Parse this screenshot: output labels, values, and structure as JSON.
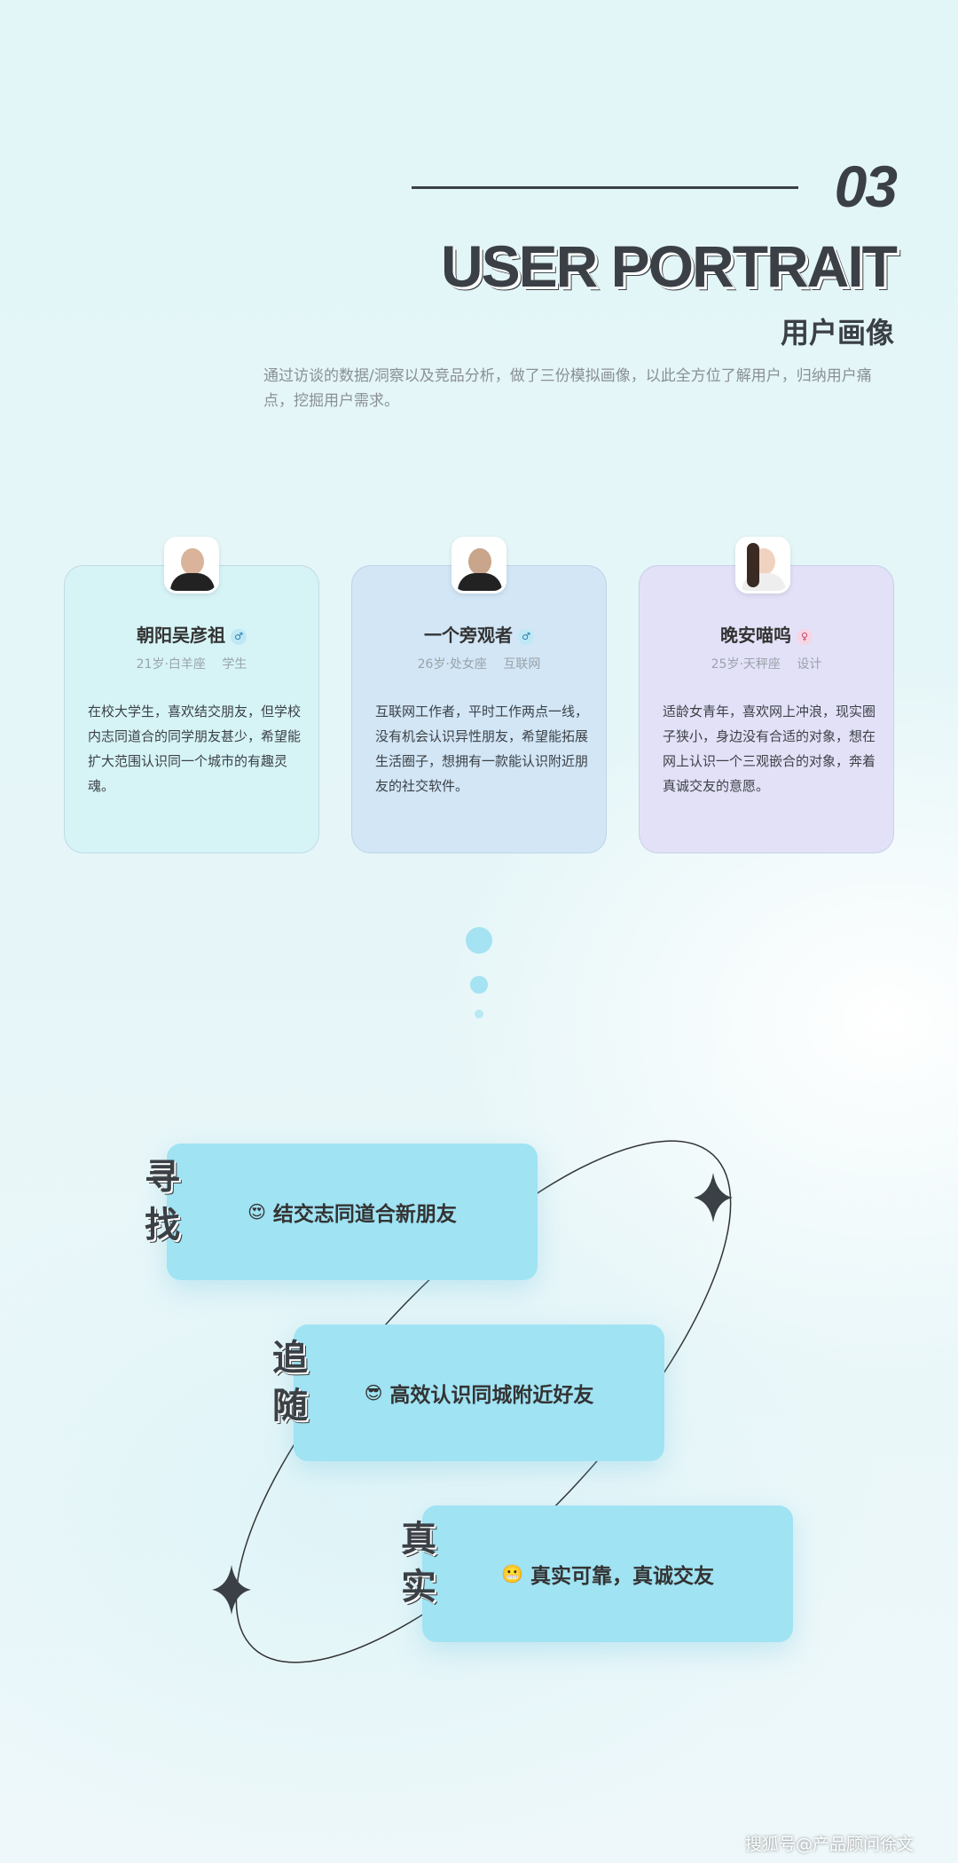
{
  "header": {
    "number": "03",
    "title": "USER PORTRAIT",
    "subtitle": "用户画像",
    "description": "通过访谈的数据/洞察以及竞品分析，做了三份模拟画像，以此全方位了解用户，归纳用户痛点，挖掘用户需求。"
  },
  "personas": [
    {
      "name": "朝阳吴彦祖",
      "gender_icon": "male-icon",
      "meta": "21岁·白羊座 学生",
      "bio": "在校大学生，喜欢结交朋友，但学校内志同道合的同学朋友甚少，希望能扩大范围认识同一个城市的有趣灵魂。",
      "card_color": "#d6f4f6"
    },
    {
      "name": "一个旁观者",
      "gender_icon": "male-icon",
      "meta": "26岁·处女座 互联网",
      "bio": "互联网工作者，平时工作两点一线，没有机会认识异性朋友，希望能拓展生活圈子，想拥有一款能认识附近朋友的社交软件。",
      "card_color": "#d2e6f6"
    },
    {
      "name": "晚安喵呜",
      "gender_icon": "female-icon",
      "meta": "25岁·天秤座 设计",
      "bio": "适龄女青年，喜欢网上冲浪，现实圈子狭小，身边没有合适的对象，想在网上认识一个三观嵌合的对象，奔着真诚交友的意愿。",
      "card_color": "#e3e1f8"
    }
  ],
  "needs": [
    {
      "label": "寻找",
      "emoji": "😍",
      "text": "结交志同道合新朋友"
    },
    {
      "label": "追随",
      "emoji": "😎",
      "text": "高效认识同城附近好友"
    },
    {
      "label": "真实",
      "emoji": "😬",
      "text": "真实可靠，真诚交友"
    }
  ],
  "watermark": "搜狐号@产品顾问徐文",
  "colors": {
    "accent": "#a0e3f3",
    "text_dark": "#3a4045"
  }
}
